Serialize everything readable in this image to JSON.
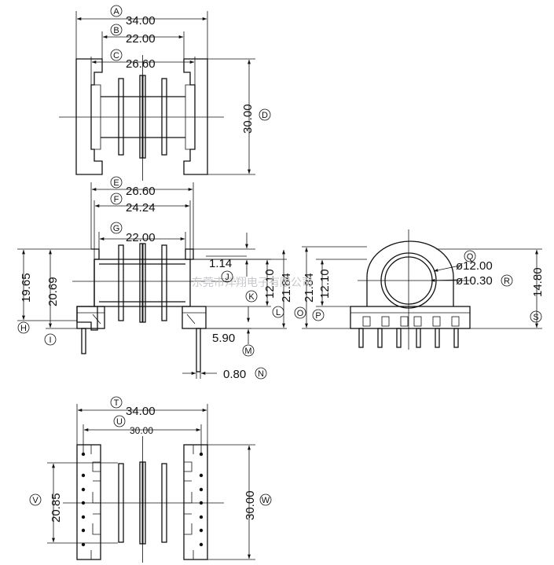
{
  "watermark": "东莞市洋翔电子有限公司",
  "colors": {
    "ink": "#111111",
    "background": "#ffffff",
    "watermark": "#c8c8cc"
  },
  "views": {
    "top": {
      "dims": {
        "A": "34.00",
        "B": "22.00",
        "C": "26.60",
        "D": "30.00"
      }
    },
    "front": {
      "dims": {
        "E": "26.60",
        "F": "24.24",
        "G": "22.00",
        "H": "19.65",
        "I": "20.69",
        "J": "1.14",
        "K": "12.10",
        "L": "21.84",
        "M": "5.90",
        "N": "0.80"
      }
    },
    "side": {
      "dims": {
        "O": "21.84",
        "P": "12.10",
        "Q": "ø12.00",
        "R": "ø10.30",
        "S": "14.80"
      }
    },
    "bottom": {
      "dims": {
        "T": "34.00",
        "U": "30.00",
        "V": "20.85",
        "W": "30.00"
      }
    }
  },
  "bubbles": [
    "A",
    "B",
    "C",
    "D",
    "E",
    "F",
    "G",
    "H",
    "I",
    "J",
    "K",
    "L",
    "M",
    "N",
    "O",
    "P",
    "Q",
    "R",
    "S",
    "T",
    "U",
    "V",
    "W"
  ]
}
